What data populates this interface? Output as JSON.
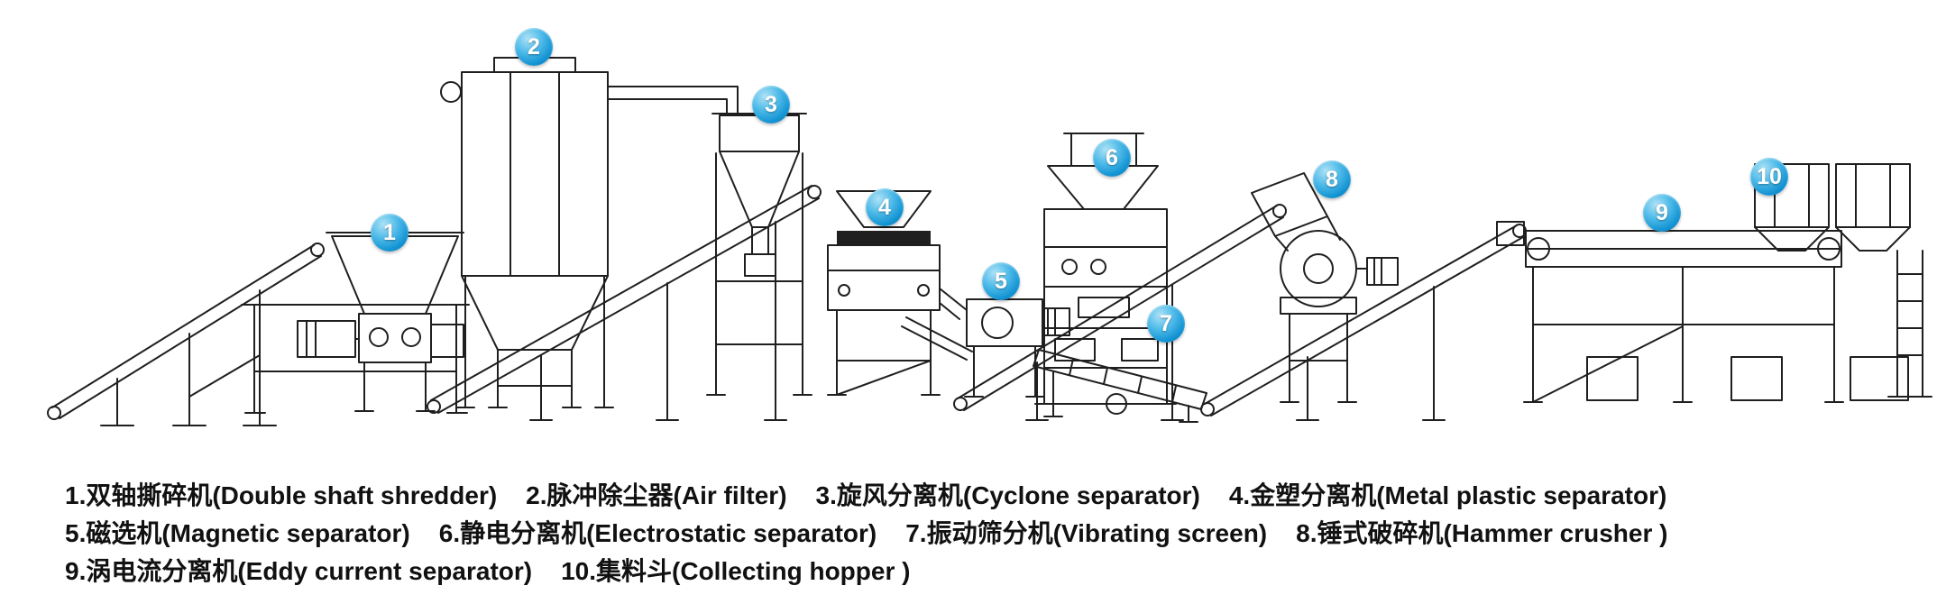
{
  "badges": [
    "1",
    "2",
    "3",
    "4",
    "5",
    "6",
    "7",
    "8",
    "9",
    "10"
  ],
  "legend": {
    "items": [
      {
        "number": "1",
        "zh": "双轴撕碎机",
        "en": "Double shaft shredder",
        "label": "1.双轴撕碎机(Double shaft shredder)"
      },
      {
        "number": "2",
        "zh": "脉冲除尘器",
        "en": "Air filter",
        "label": "2.脉冲除尘器(Air filter)"
      },
      {
        "number": "3",
        "zh": "旋风分离机",
        "en": "Cyclone separator",
        "label": "3.旋风分离机(Cyclone separator)"
      },
      {
        "number": "4",
        "zh": "金塑分离机",
        "en": "Metal plastic separator",
        "label": "4.金塑分离机(Metal plastic separator)"
      },
      {
        "number": "5",
        "zh": "磁选机",
        "en": "Magnetic separator",
        "label": "5.磁选机(Magnetic separator)"
      },
      {
        "number": "6",
        "zh": "静电分离机",
        "en": "Electrostatic separator",
        "label": "6.静电分离机(Electrostatic separator)"
      },
      {
        "number": "7",
        "zh": "振动筛分机",
        "en": "Vibrating screen",
        "label": "7.振动筛分机(Vibrating screen)"
      },
      {
        "number": "8",
        "zh": "锤式破碎机",
        "en": "Hammer crusher",
        "label": "8.锤式破碎机(Hammer crusher )"
      },
      {
        "number": "9",
        "zh": "涡电流分离机",
        "en": "Eddy current separator",
        "label": "9.涡电流分离机(Eddy current separator)"
      },
      {
        "number": "10",
        "zh": "集料斗",
        "en": "Collecting hopper",
        "label": "10.集料斗(Collecting hopper )"
      }
    ]
  },
  "colors": {
    "badge_blue": "#1192d2",
    "line_color": "#1f1f1f",
    "background": "#ffffff",
    "text": "#111111"
  }
}
